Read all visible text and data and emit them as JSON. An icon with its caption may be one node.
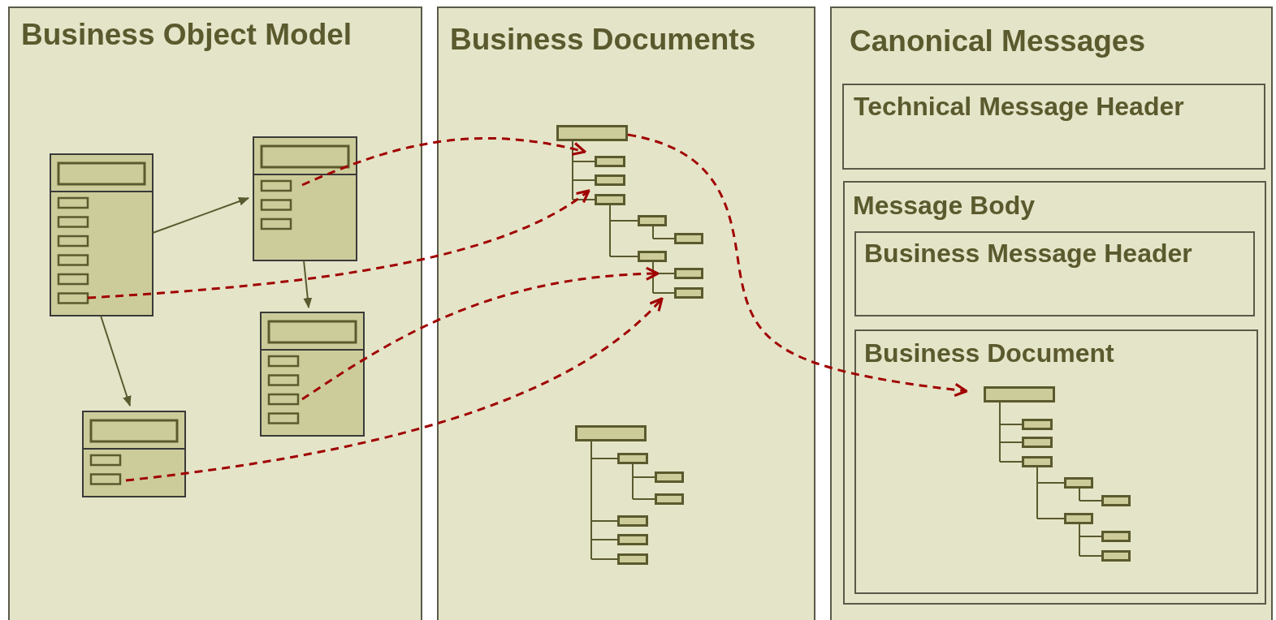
{
  "diagram": {
    "nodes": [
      {
        "text": [
          "Business Object Model"
        ]
      },
      {
        "text": [
          "Business Documents"
        ]
      },
      {
        "text": [
          "Canonical Messages"
        ]
      },
      {
        "text": [
          "Technical Message Header"
        ],
        "in": 2
      },
      {
        "text": [
          "Message Body"
        ],
        "in": 2
      },
      {
        "text": [
          "Business Message Header"
        ],
        "in": 4
      },
      {
        "text": [
          "Business Document"
        ],
        "in": 4
      },
      {
        "text": [],
        "shape": "box",
        "in": 0
      },
      {
        "text": [],
        "shape": "box",
        "in": 0
      },
      {
        "text": [],
        "shape": "box",
        "in": 0
      },
      {
        "text": [],
        "shape": "box",
        "in": 0
      },
      {
        "text": [],
        "shape": "tree",
        "in": 1
      },
      {
        "text": [],
        "shape": "tree",
        "in": 1
      },
      {
        "text": [],
        "shape": "tree",
        "in": 6
      }
    ],
    "edges": [
      {
        "from": 7,
        "to": 8,
        "arrow": "to",
        "color": "#5a5a30"
      },
      {
        "from": 8,
        "to": 9,
        "arrow": "to",
        "color": "#5a5a30"
      },
      {
        "from": 7,
        "to": 10,
        "arrow": "to",
        "color": "#5a5a30"
      },
      {
        "from": 8,
        "to": 11,
        "arrow": "to",
        "style": "dashed",
        "color": "#a00000"
      },
      {
        "from": 7,
        "to": 11,
        "arrow": "to",
        "style": "dashed",
        "color": "#a00000"
      },
      {
        "from": 9,
        "to": 11,
        "arrow": "to",
        "style": "dashed",
        "color": "#a00000"
      },
      {
        "from": 10,
        "to": 11,
        "arrow": "to",
        "style": "dashed",
        "color": "#a00000"
      },
      {
        "from": 11,
        "to": 13,
        "arrow": "to",
        "style": "dashed",
        "color": "#a00000"
      }
    ]
  }
}
